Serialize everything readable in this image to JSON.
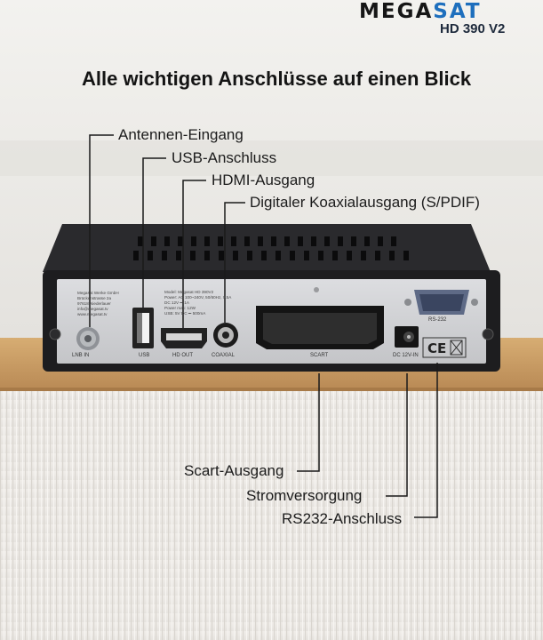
{
  "brand": {
    "logo_prefix": "MEGA",
    "logo_accent": "SAT",
    "model": "HD 390 V2"
  },
  "headline": "Alle wichtigen Anschlüsse auf einen Blick",
  "callouts": {
    "antenna": "Antennen-Eingang",
    "usb": "USB-Anschluss",
    "hdmi": "HDMI-Ausgang",
    "coax": "Digitaler Koaxialausgang (S/PDIF)",
    "scart": "Scart-Ausgang",
    "power": "Stromversorgung",
    "rs232": "RS232-Anschluss"
  },
  "port_labels": {
    "lnb": "LNB IN",
    "usb": "USB",
    "hdmi": "HD OUT",
    "coax": "COAXIAL",
    "scart": "SCART",
    "dc": "DC 12V-IN",
    "rs232": "RS-232"
  },
  "device_info": {
    "maker": [
      "Megasat Werke GmbH",
      "Brückenstrasse 2a",
      "97618 Niederlauer",
      "info@megasat.tv",
      "www.megasat.tv"
    ],
    "specs": [
      "Model: Megasat HD 390V2",
      "Power: AC 100~240V, 50/60Hz, 0.5A",
      "DC 12V ⎓ 1A",
      "Power max: 12W",
      "USB: 5V DC ⎓ 500mA"
    ]
  },
  "colors": {
    "accent": "#1e6fbd",
    "device_body": "#1d1d1f",
    "back_panel": "#d3d4d6",
    "shelf": "#c59a63"
  }
}
